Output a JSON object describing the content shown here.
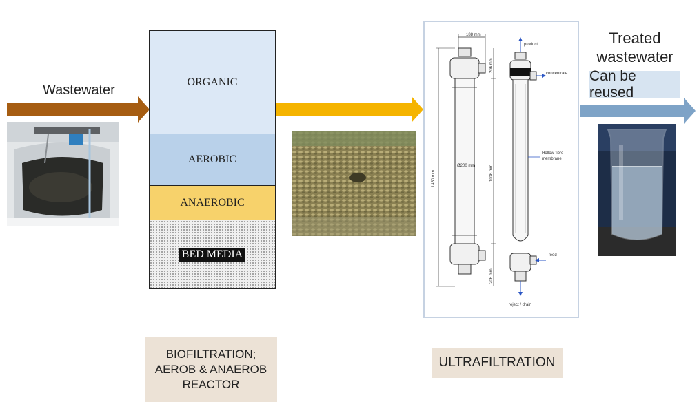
{
  "input_label": "Wastewater",
  "reactor": {
    "layers": [
      "ORGANIC",
      "AEROBIC",
      "ANAEROBIC",
      "BED MEDIA"
    ],
    "caption_lines": [
      "BIOFILTRATION;",
      "AEROB & ANAEROB",
      "REACTOR"
    ]
  },
  "ultrafiltration": {
    "caption": "ULTRAFILTRATION",
    "dimensions": {
      "top_width": "188 mm",
      "top_head": "206 mm",
      "diameter": "Ø200 mm",
      "total_height": "1450 mm",
      "body": "1036 mm",
      "bottom_head": "206 mm"
    },
    "ports": {
      "product": "product",
      "concentrate": "concentrate",
      "fibre_line1": "Hollow fibre",
      "fibre_line2": "membrane",
      "feed": "feed",
      "reject": "reject / drain"
    }
  },
  "output": {
    "title_line1": "Treated",
    "title_line2": "wastewater",
    "reuse_label": "Can be reused"
  },
  "colors": {
    "input_arrow": "#a65d12",
    "middle_arrow": "#f5b400",
    "output_arrow": "#7ea3c7"
  }
}
